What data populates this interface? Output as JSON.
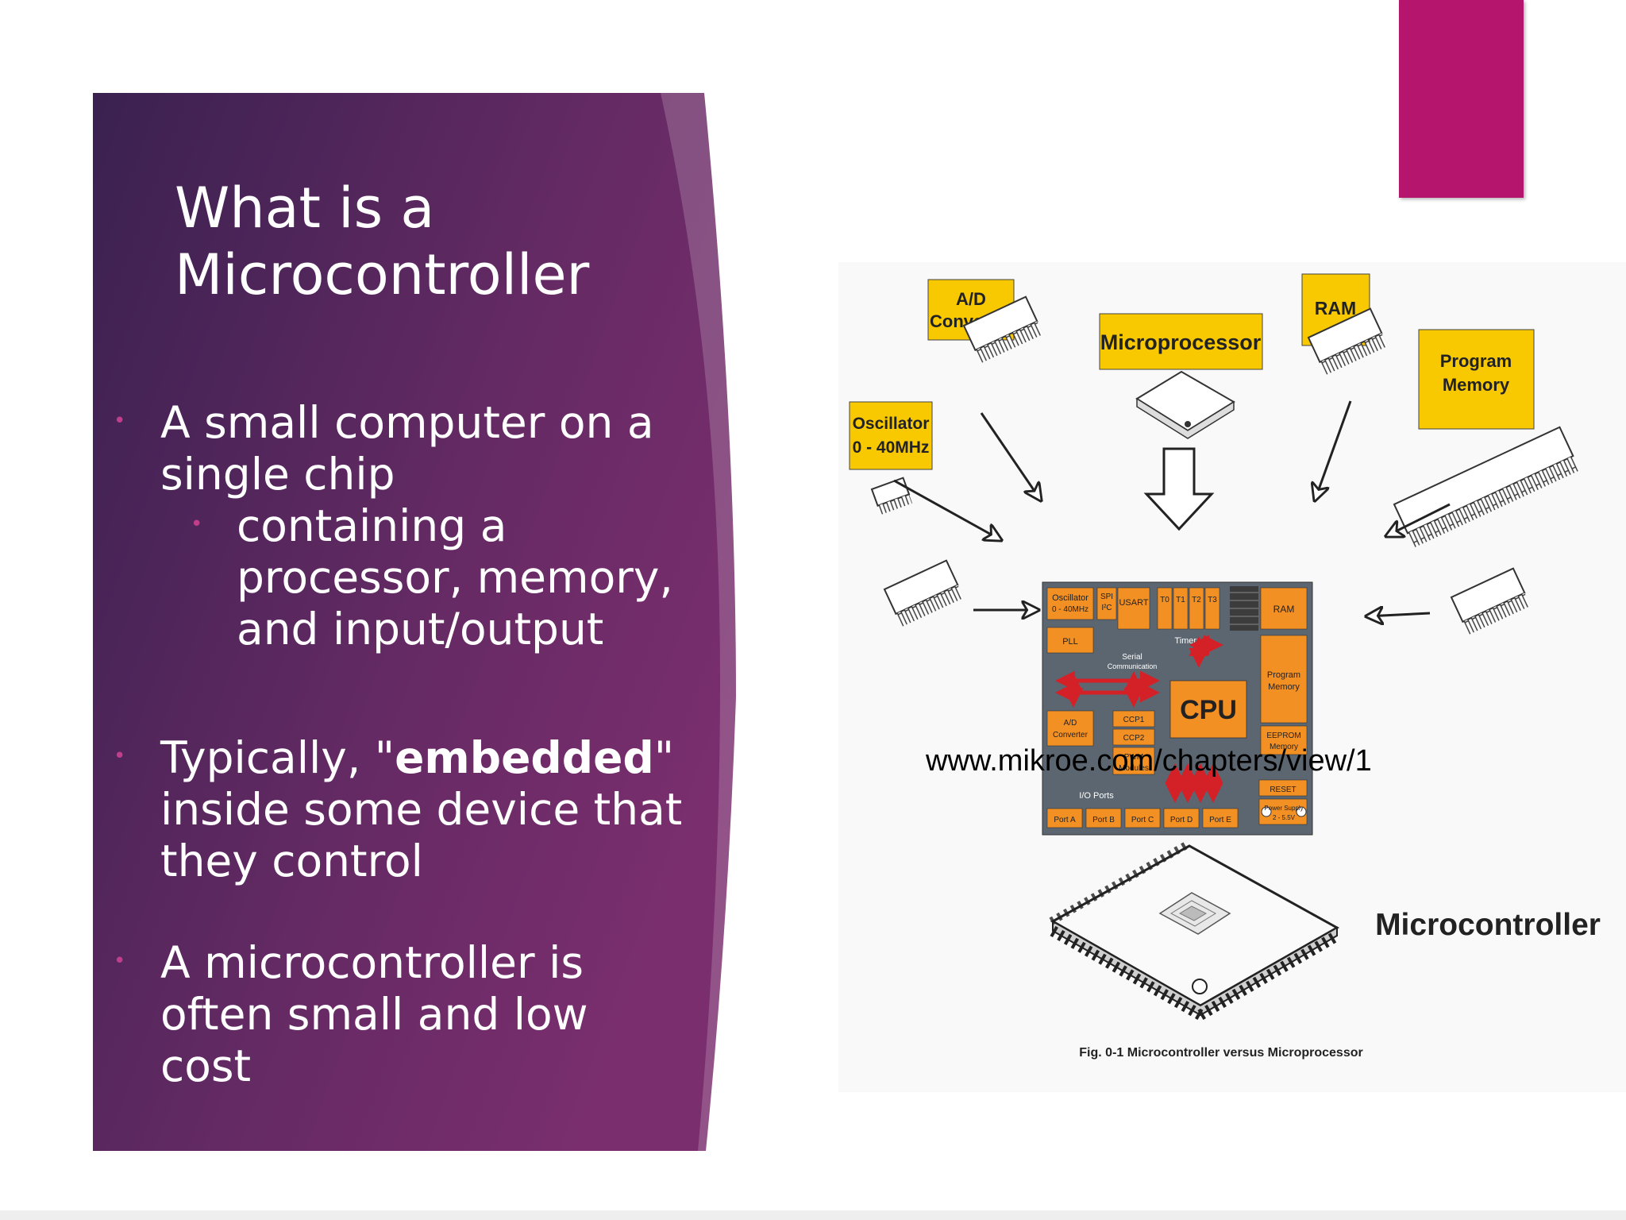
{
  "slide": {
    "title": "What is a Microcontroller",
    "title_line1": "What is a",
    "title_line2": "Microcontroller",
    "bullets": {
      "b1": "A small computer on a single chip",
      "b1_sub": "containing a processor, memory, and input/output",
      "b2_pre": "Typically, \"",
      "b2_bold": "embedded",
      "b2_post": "\" inside some device that they control",
      "b3": "A microcontroller is often small and low cost"
    },
    "source_url": "www.mikroe.com/chapters/view/1",
    "colors": {
      "panel_start": "#3a2150",
      "panel_end": "#7a2e6e",
      "accent": "#b5156c",
      "bullet_dot": "#c03f8c"
    }
  },
  "figure": {
    "labels": {
      "ad_converter": [
        "A/D",
        "Converter"
      ],
      "microprocessor": "Microprocessor",
      "ram": "RAM",
      "program_memory": [
        "Program",
        "Memory"
      ],
      "oscillator": [
        "Oscillator",
        "0 - 40MHz"
      ],
      "microcontroller": "Microcontroller"
    },
    "chip_blocks": {
      "oscillator": [
        "Oscillator",
        "0 - 40MHz"
      ],
      "spi": [
        "SPI",
        "I²C"
      ],
      "usart": "USART",
      "timers_t": [
        "T0",
        "T1",
        "T2",
        "T3"
      ],
      "timers": "Timers",
      "ram": "RAM",
      "pll": "PLL",
      "serial": [
        "Serial",
        "Communication"
      ],
      "program_memory": [
        "Program",
        "Memory"
      ],
      "cpu": "CPU",
      "ad": [
        "A/D",
        "Converter"
      ],
      "ccp1": "CCP1",
      "ccp2": "CCP2",
      "pwm": [
        "PWM",
        "Modules"
      ],
      "eeprom": [
        "EEPROM",
        "Memory"
      ],
      "io_ports": "I/O Ports",
      "reset": "RESET",
      "power": [
        "Power Supply",
        "2 - 5.5V"
      ],
      "ports": [
        "Port A",
        "Port B",
        "Port C",
        "Port D",
        "Port E"
      ]
    },
    "caption": "Fig. 0-1 Microcontroller versus Microprocessor",
    "colors": {
      "label_bg": "#f8c800",
      "block": "#f39024",
      "chip_bg": "#5c6670",
      "arrow_red": "#d42027"
    }
  }
}
